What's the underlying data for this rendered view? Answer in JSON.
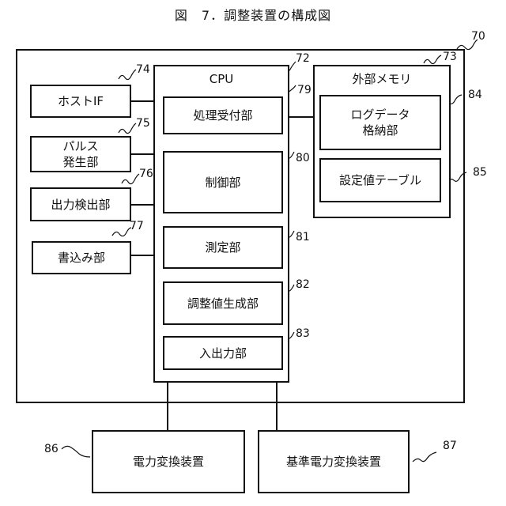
{
  "figure_title": "図　7．調整装置の構成図",
  "device": {
    "ref": "70"
  },
  "cpu": {
    "label": "CPU",
    "ref": "72"
  },
  "left_units": [
    {
      "label": "ホストIF",
      "ref": "74"
    },
    {
      "label": "パルス\n発生部",
      "ref": "75"
    },
    {
      "label": "出力検出部",
      "ref": "76"
    },
    {
      "label": "書込み部",
      "ref": "77"
    }
  ],
  "cpu_units": [
    {
      "label": "処理受付部",
      "ref": "79"
    },
    {
      "label": "制御部",
      "ref": "80"
    },
    {
      "label": "測定部",
      "ref": "81"
    },
    {
      "label": "調整値生成部",
      "ref": "82"
    },
    {
      "label": "入出力部",
      "ref": "83"
    }
  ],
  "memory": {
    "label": "外部メモリ",
    "ref": "73",
    "items": [
      {
        "label": "ログデータ\n格納部",
        "ref": "84"
      },
      {
        "label": "設定値テーブル",
        "ref": "85"
      }
    ]
  },
  "external": [
    {
      "label": "電力変換装置",
      "ref": "86"
    },
    {
      "label": "基準電力変換装置",
      "ref": "87"
    }
  ]
}
